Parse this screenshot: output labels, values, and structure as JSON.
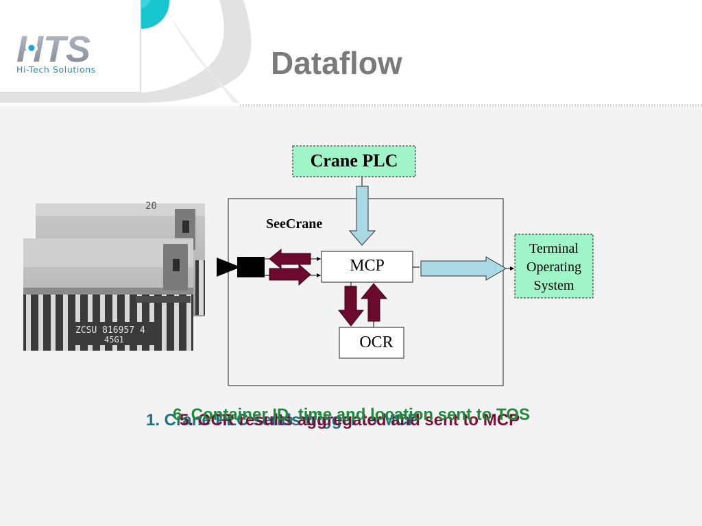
{
  "slide": {
    "title": "Dataflow",
    "logo": {
      "mark": "HTS",
      "tagline": "Hi-Tech Solutions"
    }
  },
  "diagram": {
    "crane_plc": "Crane PLC",
    "seecrane": "SeeCrane",
    "mcp": "MCP",
    "ocr": "OCR",
    "tos": [
      "Terminal",
      "Operating",
      "System"
    ],
    "container_text": {
      "line1": "ZCSU 816957 4",
      "line2": "45G1",
      "top_number": "20"
    }
  },
  "captions": {
    "step1": "1. Crane PLC sends trigger to MCP",
    "step5": "5. OCR results aggregated and sent to MCP",
    "step6": "6. Container ID, time and location sent to TOS"
  },
  "colors": {
    "title": "#7a7a7a",
    "tagline": "#1a8ec6",
    "box_green": "#9ff5c8",
    "arrow_light_blue": "#a9d9e2",
    "arrow_maroon": "#6b0a2e",
    "caption_maroon": "#7a1236",
    "caption_green": "#1e8a3c"
  }
}
